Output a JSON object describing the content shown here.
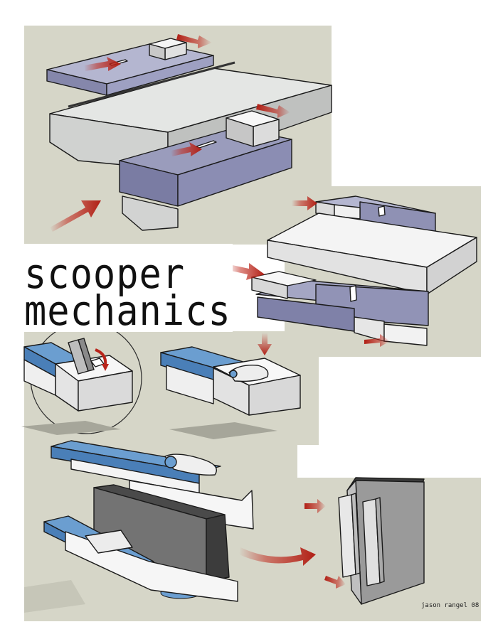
{
  "title": {
    "line1": "scooper",
    "line2": "mechanics"
  },
  "credit": "jason rangel 08",
  "colors": {
    "background_panel": "#d6d6c8",
    "slate": "#9a9cbc",
    "blue": "#5b8ec5",
    "white_part": "#f2f2f2",
    "dark_plate": "#6d6d6d",
    "arrow": "#b8241a"
  },
  "illustrations": [
    "assembly-exploded-top",
    "assembly-exploded-middle",
    "latch-detail-circle",
    "latch-closed",
    "scooper-exploded-bottom",
    "blade-housing"
  ]
}
